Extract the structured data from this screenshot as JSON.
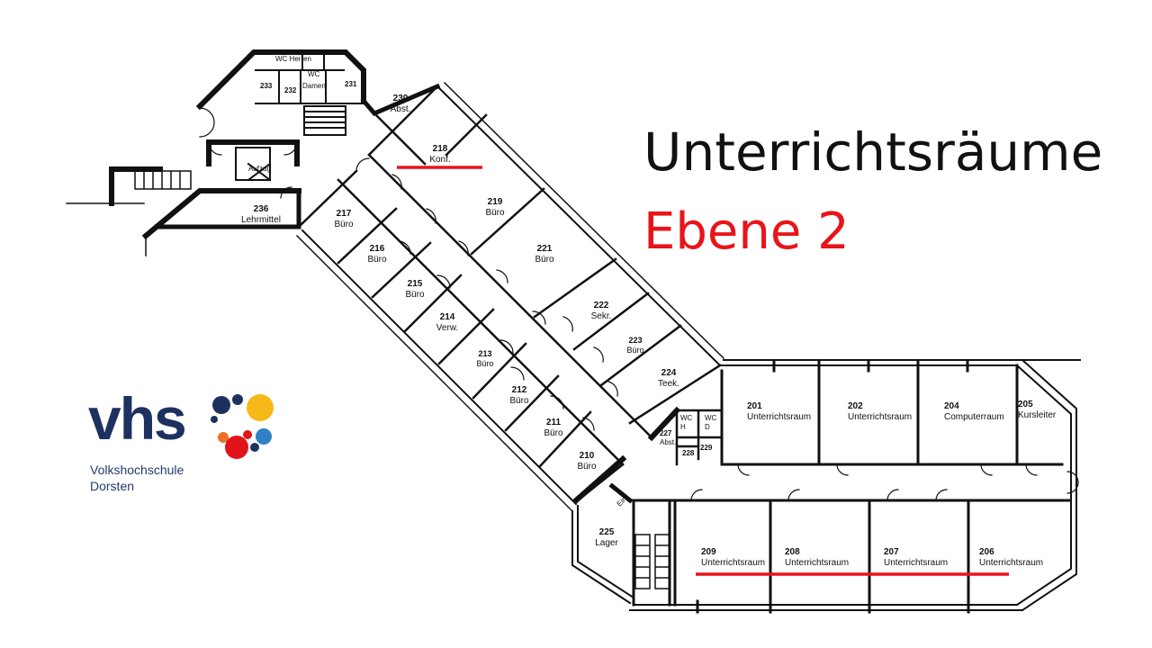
{
  "title": "Unterrichtsräume",
  "subtitle": "Ebene 2",
  "colors": {
    "subtitle": "#e8141a",
    "highlight": "#e8141a",
    "logo_blue": "#1d3160",
    "logo_yellow": "#f7b81a",
    "logo_red": "#e3131b",
    "logo_orange": "#ea7224",
    "logo_lightblue": "#2e82c4"
  },
  "logo": {
    "word": "vhs",
    "line1": "Volkshochschule",
    "line2": "Dorsten"
  },
  "rooms": [
    {
      "id": "r230",
      "num": "230",
      "name": "Abst."
    },
    {
      "id": "r218",
      "num": "218",
      "name": "Konf."
    },
    {
      "id": "r219",
      "num": "219",
      "name": "Büro"
    },
    {
      "id": "r221",
      "num": "221",
      "name": "Büro"
    },
    {
      "id": "r222",
      "num": "222",
      "name": "Sekr."
    },
    {
      "id": "r223",
      "num": "223",
      "name": "Büro"
    },
    {
      "id": "r224",
      "num": "224",
      "name": "Teek."
    },
    {
      "id": "r217",
      "num": "217",
      "name": "Büro"
    },
    {
      "id": "r216",
      "num": "216",
      "name": "Büro"
    },
    {
      "id": "r215",
      "num": "215",
      "name": "Büro"
    },
    {
      "id": "r214",
      "num": "214",
      "name": "Verw."
    },
    {
      "id": "r213",
      "num": "213",
      "name": "Büro"
    },
    {
      "id": "r212",
      "num": "212",
      "name": "Büro"
    },
    {
      "id": "r211",
      "num": "211",
      "name": "Büro"
    },
    {
      "id": "r210",
      "num": "210",
      "name": "Büro"
    },
    {
      "id": "r236",
      "num": "236",
      "name": "Lehrmittel"
    },
    {
      "id": "r225",
      "num": "225",
      "name": "Lager"
    },
    {
      "id": "r201",
      "num": "201",
      "name": "Unterrichtsraum"
    },
    {
      "id": "r202",
      "num": "202",
      "name": "Unterrichtsraum"
    },
    {
      "id": "r204",
      "num": "204",
      "name": "Computerraum"
    },
    {
      "id": "r205",
      "num": "205",
      "name": "Kursleiter"
    },
    {
      "id": "r209",
      "num": "209",
      "name": "Unterrichtsraum"
    },
    {
      "id": "r208",
      "num": "208",
      "name": "Unterrichtsraum"
    },
    {
      "id": "r207",
      "num": "207",
      "name": "Unterrichtsraum"
    },
    {
      "id": "r206",
      "num": "206",
      "name": "Unterrichtsraum"
    },
    {
      "id": "r227",
      "num": "227",
      "name": "Abst."
    },
    {
      "id": "r233",
      "num": "233",
      "name": ""
    },
    {
      "id": "r232",
      "num": "232",
      "name": ""
    },
    {
      "id": "r231",
      "num": "231",
      "name": ""
    },
    {
      "id": "r228",
      "num": "228",
      "name": ""
    },
    {
      "id": "r229",
      "num": "229",
      "name": ""
    }
  ],
  "small_labels": {
    "wc_herren": "WC Herren",
    "wc_damen_a": "WC",
    "wc_damen_b": "Damen",
    "aufzug": "Aufzug",
    "wc_h_a": "WC",
    "wc_h_b": "H",
    "wc_d_a": "WC",
    "wc_d_b": "D",
    "eingang": "Ein."
  }
}
